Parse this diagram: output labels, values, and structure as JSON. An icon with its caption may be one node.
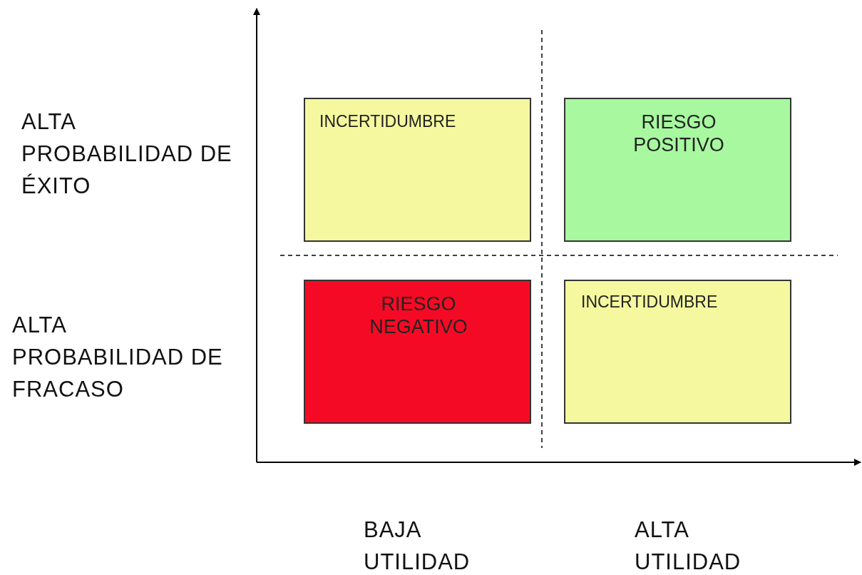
{
  "diagram": {
    "nodes": [
      {
        "text": [
          "INCERTIDUMBRE"
        ]
      },
      {
        "text": [
          "RIESGO POSITIVO"
        ]
      },
      {
        "text": [
          "RIESGO NEGATIVO"
        ]
      },
      {
        "text": [
          "INCERTIDUMBRE"
        ]
      }
    ],
    "labels": [
      "ALTA PROBABILIDAD DE ÉXITO",
      "ALTA PROBABILIDAD DE FRACASO",
      "BAJA UTILIDAD",
      "ALTA UTILIDAD"
    ]
  }
}
